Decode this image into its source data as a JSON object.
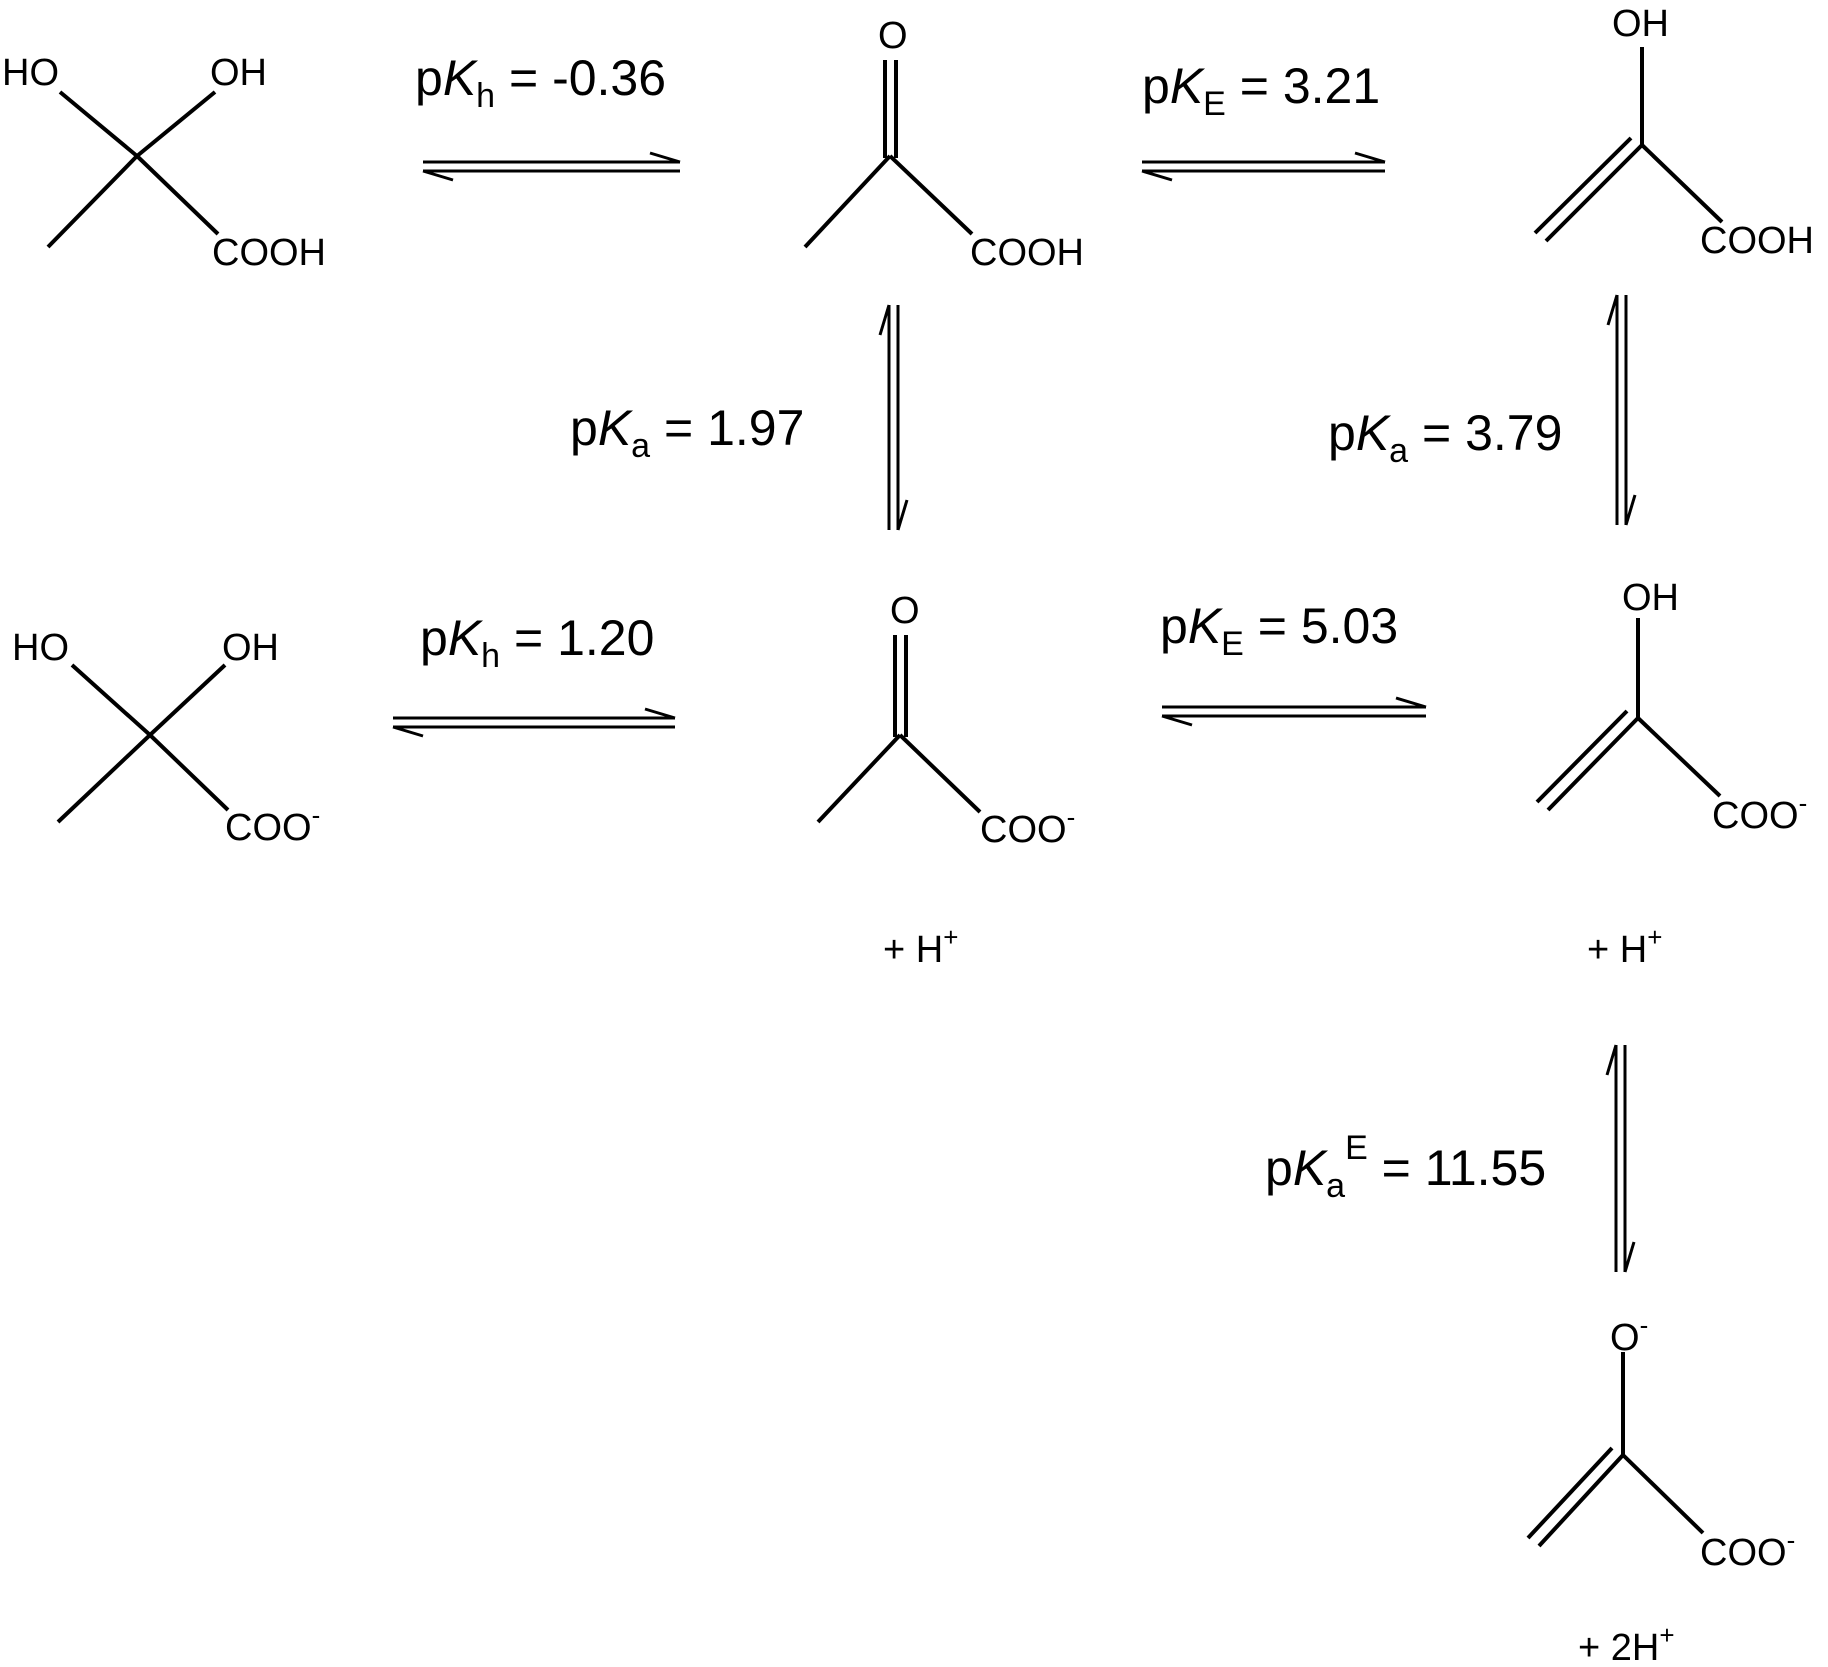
{
  "molecules": {
    "hydrate_acid": {
      "left_oh": "HO",
      "right_oh": "OH",
      "carboxyl": "COOH"
    },
    "keto_acid": {
      "oxygen": "O",
      "carboxyl": "COOH"
    },
    "enol_acid": {
      "hydroxyl": "OH",
      "carboxyl": "COOH"
    },
    "hydrate_anion": {
      "left_oh": "HO",
      "right_oh": "OH",
      "carboxyl": "COO",
      "charge": "-"
    },
    "keto_anion": {
      "oxygen": "O",
      "carboxyl": "COO",
      "charge": "-",
      "proton_text": "+ H",
      "proton_charge": "+"
    },
    "enol_anion": {
      "hydroxyl": "OH",
      "carboxyl": "COO",
      "charge": "-",
      "proton_text": "+ H",
      "proton_charge": "+"
    },
    "enolate_dianion": {
      "oxygen": "O",
      "oxygen_charge": "-",
      "carboxyl": "COO",
      "charge": "-",
      "proton_text": "+ 2H",
      "proton_charge": "+"
    }
  },
  "equilibria": {
    "pKh_acid": {
      "p": "p",
      "K": "K",
      "sub": "h",
      "sup": "",
      "value": " = -0.36"
    },
    "pKE_acid": {
      "p": "p",
      "K": "K",
      "sub": "E",
      "sup": "",
      "value": " = 3.21"
    },
    "pKa_keto": {
      "p": "p",
      "K": "K",
      "sub": "a",
      "sup": "",
      "value": " = 1.97"
    },
    "pKa_enol": {
      "p": "p",
      "K": "K",
      "sub": "a",
      "sup": "",
      "value": " = 3.79"
    },
    "pKh_anion": {
      "p": "p",
      "K": "K",
      "sub": "h",
      "sup": "",
      "value": " = 1.20"
    },
    "pKE_anion": {
      "p": "p",
      "K": "K",
      "sub": "E",
      "sup": "",
      "value": " = 5.03"
    },
    "pKaE_enol": {
      "p": "p",
      "K": "K",
      "sub": "a",
      "sup": "E",
      "value": " = 11.55"
    }
  },
  "colors": {
    "ink": "#000000",
    "background": "#ffffff"
  }
}
